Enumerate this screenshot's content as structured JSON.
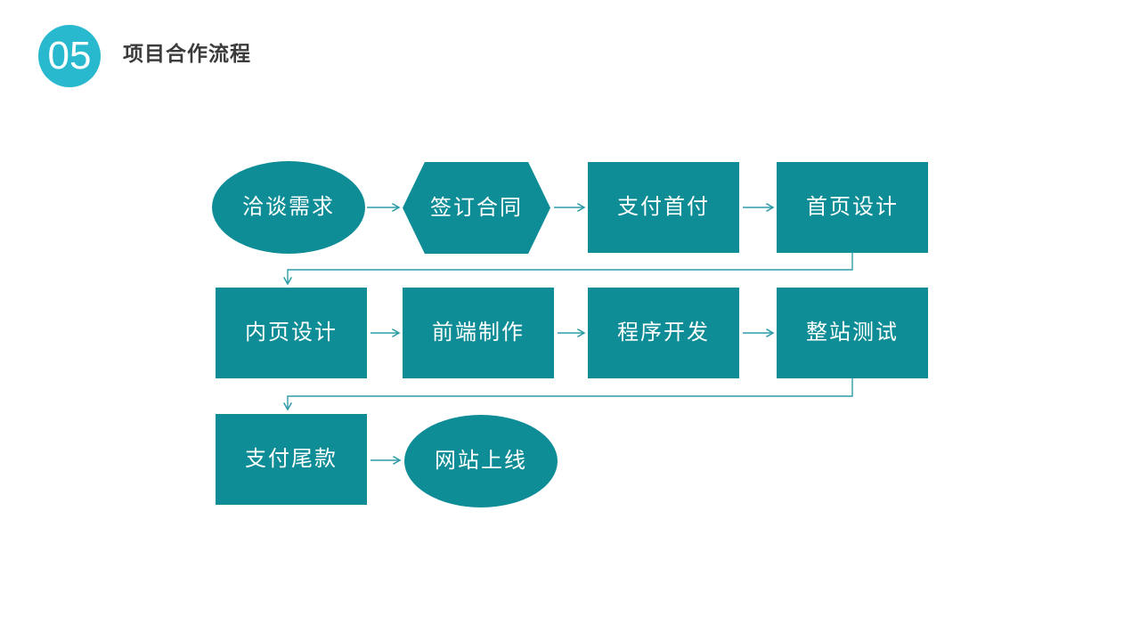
{
  "slide": {
    "section_number": "05",
    "title": "项目合作流程"
  },
  "colors": {
    "badge_cyan": "#29B9CF",
    "node_fill_teal": "#0E8D97",
    "connector_teal": "#2E9CA8",
    "node_text": "#FFFFFF",
    "title_text": "#3B3B3B",
    "background": "#FFFFFF"
  },
  "flow": {
    "nodes": [
      {
        "label": "洽谈需求",
        "shape": "ellipse"
      },
      {
        "label": "签订合同",
        "shape": "hexagon"
      },
      {
        "label": "支付首付",
        "shape": "rectangle"
      },
      {
        "label": "首页设计",
        "shape": "rectangle"
      },
      {
        "label": "内页设计",
        "shape": "rectangle"
      },
      {
        "label": "前端制作",
        "shape": "rectangle"
      },
      {
        "label": "程序开发",
        "shape": "rectangle"
      },
      {
        "label": "整站测试",
        "shape": "rectangle"
      },
      {
        "label": "支付尾款",
        "shape": "rectangle"
      },
      {
        "label": "网站上线",
        "shape": "ellipse"
      }
    ],
    "edges": [
      {
        "from": "洽谈需求",
        "to": "签订合同"
      },
      {
        "from": "签订合同",
        "to": "支付首付"
      },
      {
        "from": "支付首付",
        "to": "首页设计"
      },
      {
        "from": "首页设计",
        "to": "内页设计"
      },
      {
        "from": "内页设计",
        "to": "前端制作"
      },
      {
        "from": "前端制作",
        "to": "程序开发"
      },
      {
        "from": "程序开发",
        "to": "整站测试"
      },
      {
        "from": "整站测试",
        "to": "支付尾款"
      },
      {
        "from": "支付尾款",
        "to": "网站上线"
      }
    ]
  }
}
